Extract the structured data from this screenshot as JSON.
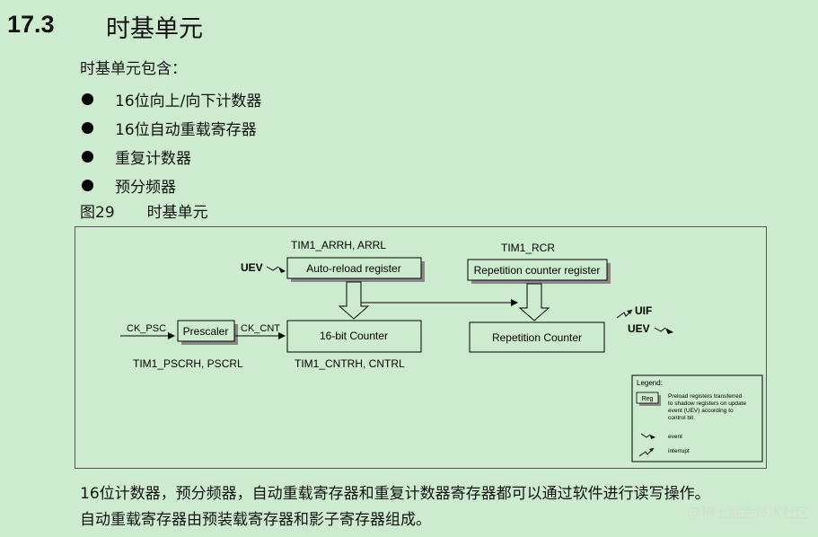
{
  "section": {
    "number": "17.3",
    "title": "时基单元"
  },
  "intro": "时基单元包含：",
  "bullets": [
    "16位向上/向下计数器",
    "16位自动重载寄存器",
    "重复计数器",
    "预分频器"
  ],
  "figure": {
    "caption_label": "图29",
    "caption_title": "时基单元",
    "diagram": {
      "labels": {
        "arr_reg_name": "TIM1_ARRH, ARRL",
        "rcr_reg_name": "TIM1_RCR",
        "uev_in": "UEV",
        "auto_reload": "Auto-reload register",
        "repetition_register": "Repetition counter register",
        "ck_psc": "CK_PSC",
        "prescaler": "Prescaler",
        "ck_cnt": "CK_CNT",
        "counter": "16-bit Counter",
        "repetition_counter": "Repetition Counter",
        "uif": "UIF",
        "uev_out": "UEV",
        "psc_reg_name": "TIM1_PSCRH, PSCRL",
        "cnt_reg_name": "TIM1_CNTRH, CNTRL"
      },
      "legend": {
        "title": "Legend:",
        "reg_box": "Reg",
        "preload_lines": [
          "Preload registers transferred",
          "to shadow registers on update",
          "event (UEV) according to",
          "control bit"
        ],
        "event": "event",
        "interrupt": "interrupt"
      }
    }
  },
  "body_lines": [
    "16位计数器，预分频器，自动重载寄存器和重复计数器寄存器都可以通过软件进行读写操作。",
    "自动重载寄存器由预装载寄存器和影子寄存器组成。"
  ],
  "watermark": "@稀土掘金技术社区"
}
